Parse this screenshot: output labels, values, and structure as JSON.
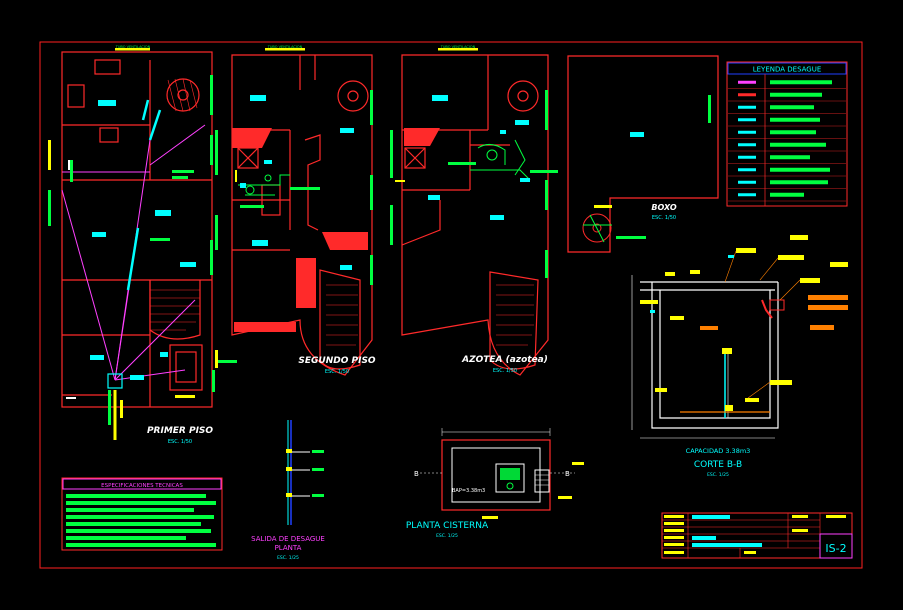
{
  "colors": {
    "background": "#000000",
    "frame": "#ff2020",
    "wall": "#ff2a2a",
    "yellow": "#ffff00",
    "cyan": "#00ffff",
    "green": "#00ff40",
    "magenta": "#ff40ff",
    "white": "#ffffff",
    "blue": "#2040ff",
    "orange": "#ff8000"
  },
  "plans": {
    "first_floor": {
      "title": "PRIMER PISO",
      "scale": "ESC. 1/50"
    },
    "second_floor": {
      "title": "SEGUNDO PISO",
      "scale": "ESC. 1/50"
    },
    "roof": {
      "title": "AZOTEA (azotea)",
      "scale": "ESC. 1/50"
    },
    "ducts": {
      "title": "BOXO",
      "scale": "ESC. 1/50"
    }
  },
  "labels": {
    "vent": "TUBO VENTILACION",
    "bap": "BAP=3.38m3",
    "b": "B"
  },
  "legend": {
    "title": "LEYENDA DESAGUE",
    "rows": 10
  },
  "specs": {
    "title": "ESPECIFICACIONES TECNICAS"
  },
  "drain_outlet": {
    "title_line1": "SALIDA DE DESAGUE",
    "title_line2": "PLANTA",
    "scale": "ESC. 1/25"
  },
  "cistern_plan": {
    "title": "PLANTA CISTERNA",
    "scale": "ESC. 1/25"
  },
  "section": {
    "capacity": "CAPACIDAD 3.38m3",
    "title": "CORTE B-B",
    "scale": "ESC. 1/25"
  },
  "title_block": {
    "sheet": "IS-2"
  }
}
